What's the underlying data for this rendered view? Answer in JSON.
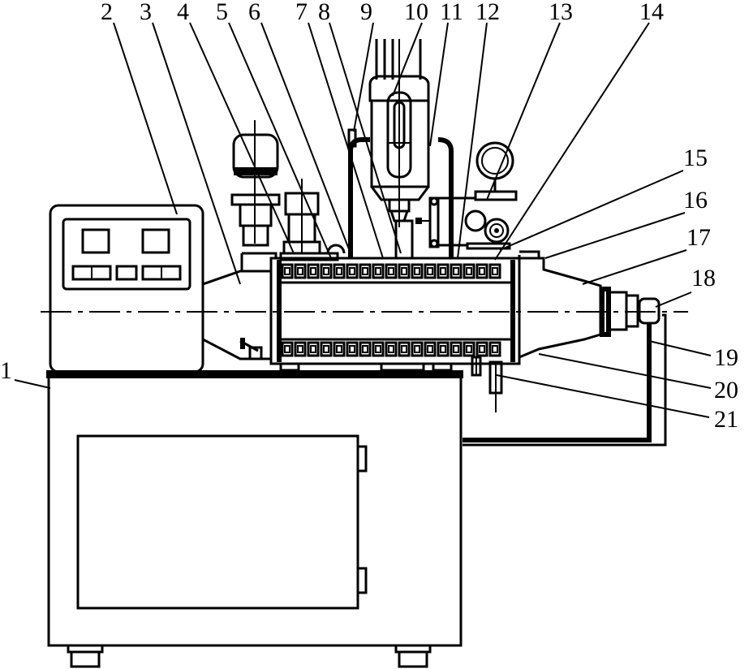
{
  "labels": [
    {
      "id": "1",
      "text": "1"
    },
    {
      "id": "2",
      "text": "2"
    },
    {
      "id": "3",
      "text": "3"
    },
    {
      "id": "4",
      "text": "4"
    },
    {
      "id": "5",
      "text": "5"
    },
    {
      "id": "6",
      "text": "6"
    },
    {
      "id": "7",
      "text": "7"
    },
    {
      "id": "8",
      "text": "8"
    },
    {
      "id": "9",
      "text": "9"
    },
    {
      "id": "10",
      "text": "10"
    },
    {
      "id": "11",
      "text": "11"
    },
    {
      "id": "12",
      "text": "12"
    },
    {
      "id": "13",
      "text": "13"
    },
    {
      "id": "14",
      "text": "14"
    },
    {
      "id": "15",
      "text": "15"
    },
    {
      "id": "16",
      "text": "16"
    },
    {
      "id": "17",
      "text": "17"
    },
    {
      "id": "18",
      "text": "18"
    },
    {
      "id": "19",
      "text": "19"
    },
    {
      "id": "20",
      "text": "20"
    },
    {
      "id": "21",
      "text": "21"
    }
  ],
  "colors": {
    "line": "#000000",
    "background": "#ffffff"
  }
}
